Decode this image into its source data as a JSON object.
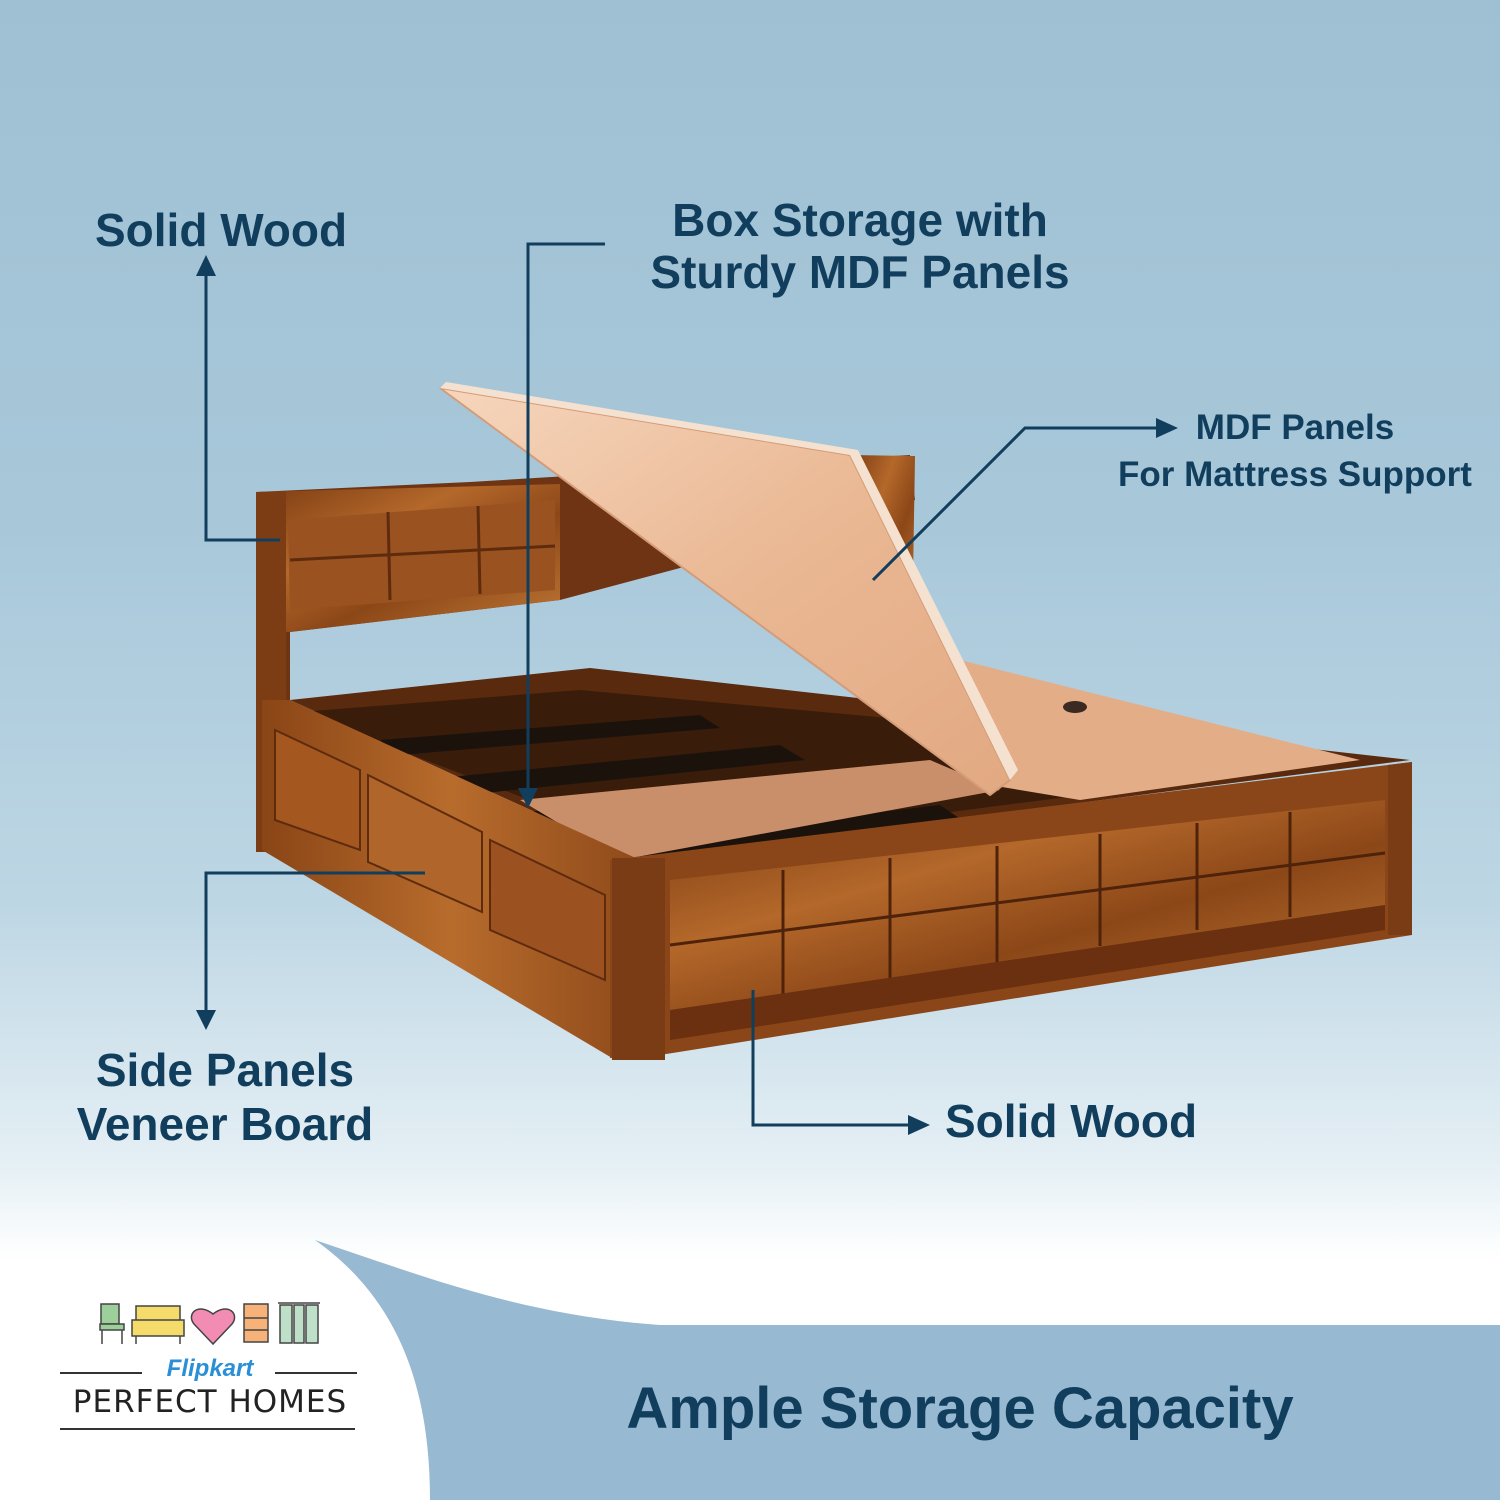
{
  "callouts": {
    "solid_wood_top": "Solid Wood",
    "box_storage": [
      "Box Storage with",
      "Sturdy MDF Panels"
    ],
    "mdf_panels": [
      "MDF Panels",
      "For Mattress Support"
    ],
    "side_panels": [
      "Side Panels",
      "Veneer Board"
    ],
    "solid_wood_bottom": "Solid Wood"
  },
  "brand": {
    "name_top": "Flipkart",
    "name_bottom": "PERFECT HOMES",
    "icons": [
      "chair-icon",
      "sofa-icon",
      "heart-icon",
      "cabinet-icon",
      "curtain-icon"
    ]
  },
  "tagline": "Ample Storage Capacity",
  "colors": {
    "label": "#113e5c",
    "background_top": "#9fc0d3",
    "footer_band": "#97b9d2",
    "wood": "#a0561f",
    "mdf": "#e8b998",
    "flipkart_blue": "#2a8fd6"
  }
}
